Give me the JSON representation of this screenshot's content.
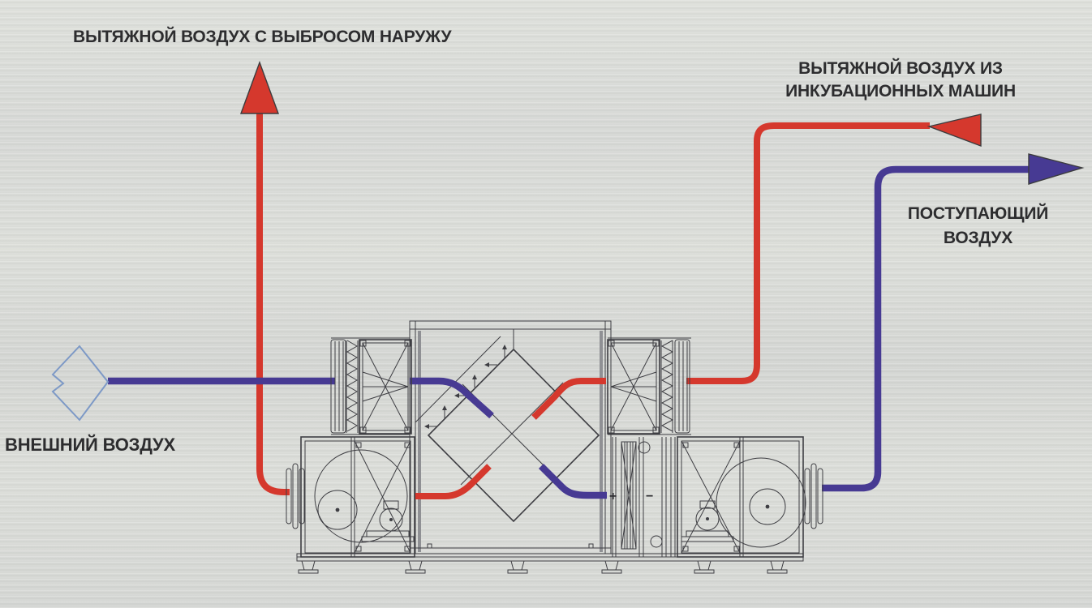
{
  "labels": {
    "exhaust_out": "ВЫТЯЖНОЙ ВОЗДУХ С ВЫБРОСОМ НАРУЖУ",
    "exhaust_in_line1": "ВЫТЯЖНОЙ ВОЗДУХ ИЗ",
    "exhaust_in_line2": "ИНКУБАЦИОННЫХ МАШИН",
    "supply_line1": "ПОСТУПАЮЩИЙ",
    "supply_line2": "ВОЗДУХ",
    "outside_air": "ВНЕШНИЙ ВОЗДУХ",
    "heater_plus": "+",
    "heater_minus": "−"
  },
  "colors": {
    "exhaust": "#d5382d",
    "supply": "#473a93",
    "outside_arrow": "#7d99c6",
    "linework": "#3e3e43",
    "text": "#2d2d2f"
  },
  "icons": {
    "exhaust_discharge_arrow": "up-arrow-icon",
    "exhaust_inlet_arrow": "left-arrow-icon",
    "supply_outlet_arrow": "right-arrow-icon",
    "outside_air_arrow": "outline-right-arrow-icon"
  }
}
